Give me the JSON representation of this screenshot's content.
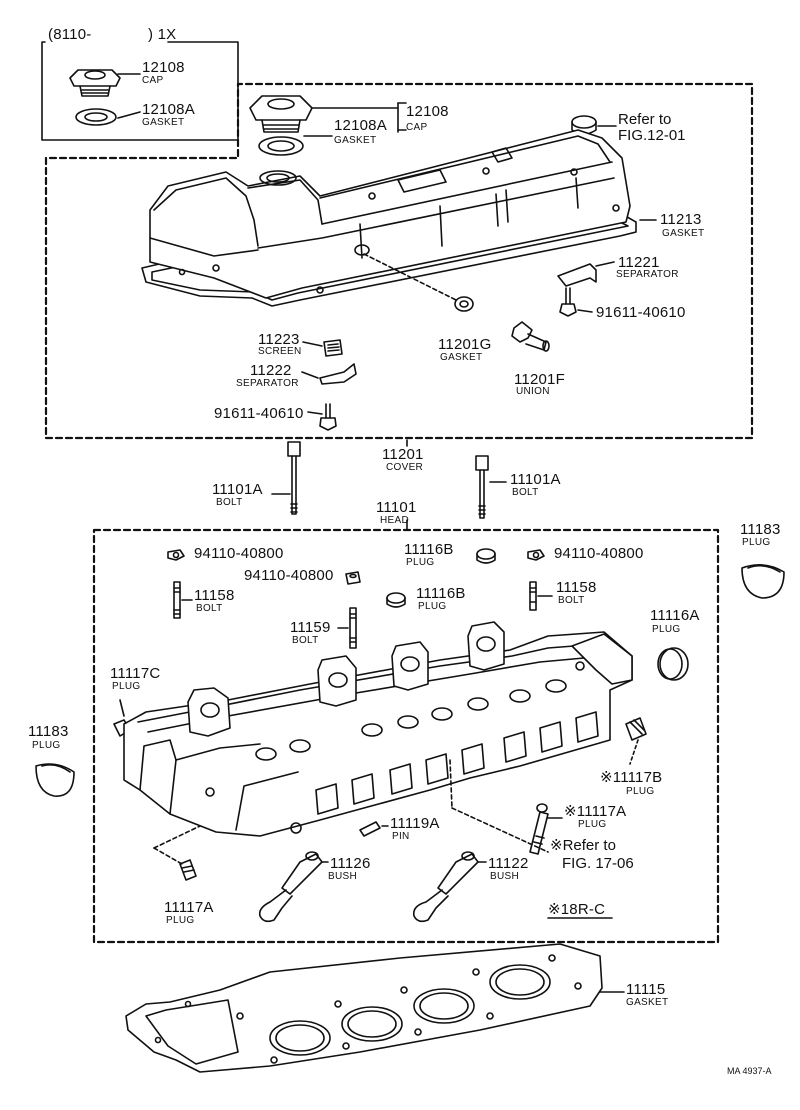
{
  "top_box": {
    "range": "(8110-",
    "qty": ") 1X"
  },
  "labels": {
    "p12108_a": "12108",
    "cap_a": "CAP",
    "p12108A_a": "12108A",
    "gasket_a": "GASKET",
    "p12108_b": "12108",
    "cap_b": "CAP",
    "p12108A_b": "12108A",
    "gasket_b": "GASKET",
    "refer1_a": "Refer to",
    "refer1_b": "FIG.12-01",
    "p11213": "11213",
    "gasket_11213": "GASKET",
    "p11221": "11221",
    "separator_11221": "SEPARATOR",
    "p91611_a": "91611-40610",
    "p11201G": "11201G",
    "gasket_11201G": "GASKET",
    "p11201F": "11201F",
    "union": "UNION",
    "p11223": "11223",
    "screen": "SCREEN",
    "p11222": "11222",
    "separator_11222": "SEPARATOR",
    "p91611_b": "91611-40610",
    "p11201": "11201",
    "cover": "COVER",
    "p11101A_a": "11101A",
    "bolt_a": "BOLT",
    "p11101A_b": "11101A",
    "bolt_b": "BOLT",
    "p11101": "11101",
    "head": "HEAD",
    "p11183_r": "11183",
    "plug_r": "PLUG",
    "p94110_a": "94110-40800",
    "p11116B_a": "11116B",
    "plug_11116B_a": "PLUG",
    "p94110_b": "94110-40800",
    "p94110_c": "94110-40800",
    "p11116B_b": "11116B",
    "plug_11116B_b": "PLUG",
    "p11158_a": "11158",
    "bolt_11158_a": "BOLT",
    "p11158_b": "11158",
    "bolt_11158_b": "BOLT",
    "p11116A": "11116A",
    "plug_11116A": "PLUG",
    "p11159": "11159",
    "bolt_11159": "BOLT",
    "p11117C": "11117C",
    "plug_11117C": "PLUG",
    "p11183_l": "11183",
    "plug_l": "PLUG",
    "p11117B": "※11117B",
    "plug_11117B": "PLUG",
    "p11117A_r": "※11117A",
    "plug_11117A_r": "PLUG",
    "p11119A": "11119A",
    "pin": "PIN",
    "refer2_a": "※Refer to",
    "refer2_b": "FIG. 17-06",
    "p11126": "11126",
    "bush_11126": "BUSH",
    "p11122": "11122",
    "bush_11122": "BUSH",
    "p11117A_l": "11117A",
    "plug_11117A_l": "PLUG",
    "note18r": "※18R-C",
    "p11115": "11115",
    "gasket_11115": "GASKET",
    "code": "MA 4937-A"
  }
}
